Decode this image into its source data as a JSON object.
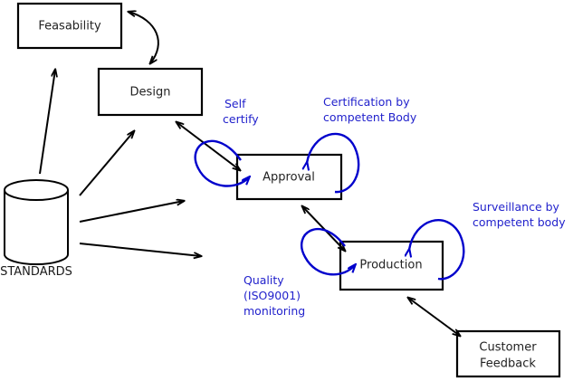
{
  "diagram": {
    "title": "Standards lifecycle flow diagram",
    "colors": {
      "node_stroke": "#000000",
      "node_fill": "#ffffff",
      "node_text": "#222222",
      "flow_arrow": "#000000",
      "loop_arrow": "#0000cc",
      "annotation_text": "#2222cc",
      "background": "#ffffff"
    },
    "nodes": [
      {
        "id": "feasability",
        "label": "Feasability",
        "shape": "rectangle"
      },
      {
        "id": "design",
        "label": "Design",
        "shape": "rectangle"
      },
      {
        "id": "approval",
        "label": "Approval",
        "shape": "rectangle"
      },
      {
        "id": "production",
        "label": "Production",
        "shape": "rectangle"
      },
      {
        "id": "customer_feedback",
        "label_line1": "Customer",
        "label_line2": "Feedback",
        "shape": "rectangle"
      },
      {
        "id": "standards",
        "label": "STANDARDS",
        "shape": "cylinder"
      }
    ],
    "annotations": [
      {
        "id": "self_certify",
        "line1": "Self",
        "line2": "certify"
      },
      {
        "id": "certification",
        "line1": "Certification by",
        "line2": "competent Body"
      },
      {
        "id": "surveillance",
        "line1": "Surveillance by",
        "line2": "competent body"
      },
      {
        "id": "quality_monitoring",
        "line1": "Quality",
        "line2": "(ISO9001)",
        "line3": "monitoring"
      }
    ],
    "edges": [
      {
        "id": "feasability-design",
        "from": "feasability",
        "to": "design",
        "style": "curved",
        "heads": "both"
      },
      {
        "id": "design-approval",
        "from": "design",
        "to": "approval",
        "style": "straight",
        "heads": "both"
      },
      {
        "id": "approval-production",
        "from": "approval",
        "to": "production",
        "style": "straight",
        "heads": "both"
      },
      {
        "id": "production-customer_feedback",
        "from": "production",
        "to": "customer_feedback",
        "style": "straight",
        "heads": "both"
      },
      {
        "id": "standards-feasability",
        "from": "standards",
        "to": "feasability",
        "style": "straight",
        "heads": "single"
      },
      {
        "id": "standards-design",
        "from": "standards",
        "to": "design",
        "style": "straight",
        "heads": "single"
      },
      {
        "id": "standards-approval",
        "from": "standards",
        "to": "approval",
        "style": "straight",
        "heads": "single"
      },
      {
        "id": "standards-production",
        "from": "standards",
        "to": "production",
        "style": "straight",
        "heads": "single"
      }
    ],
    "loops": [
      {
        "id": "self-certify-loop",
        "target": "approval",
        "label_ref": "self_certify"
      },
      {
        "id": "certification-loop",
        "target": "approval",
        "label_ref": "certification"
      },
      {
        "id": "quality-loop",
        "target": "production",
        "label_ref": "quality_monitoring"
      },
      {
        "id": "surveillance-loop",
        "target": "production",
        "label_ref": "surveillance"
      }
    ]
  }
}
